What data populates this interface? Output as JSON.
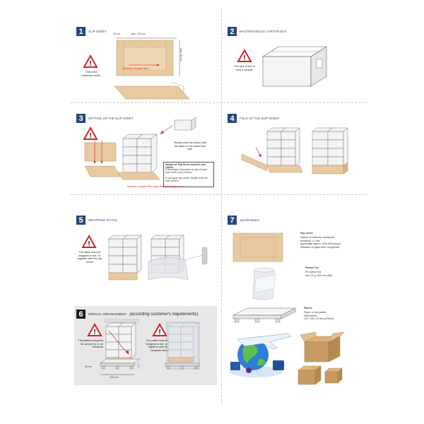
{
  "sections": {
    "s1": {
      "number": "1",
      "title": "SLIP SHEET",
      "dim_top_left": "15 cm",
      "dim_top": "max. 120 cm",
      "dim_right": "max. 80 cm",
      "dim_right_small": "15 cm",
      "fiber_label": "Direction of paper fibre",
      "warning": "These are maximum sizes"
    },
    "s2": {
      "number": "2",
      "title": "MASTER/SINGLE CARTON BOX",
      "warning": "The size of box is only a sample"
    },
    "s3": {
      "number": "3",
      "title": "SETTING UP THE SLIP SHEET",
      "push_note": "Please push the boxes with the label on the small front side.",
      "weight_title": "Weight of Slip Sheet must be min 240cm",
      "weight_line1": "If fixed layer slip sheet on top of each max.1520 cms (120cm)",
      "weight_line2": "If one layer slip sheet, freight must be max 240cm",
      "caption": "Direction of paper fibre (slip sheet) rectangle to box"
    },
    "s4": {
      "number": "4",
      "title": "FOLD UP THE SLIP SHEET"
    },
    "s5": {
      "number": "5",
      "title": "WRAPPING IN FOIL",
      "warning": "The stack must be wrapped in foil, i.e. together with the slip sheet"
    },
    "s6": {
      "number": "6",
      "title": "SPECIAL ARRANGEMENT",
      "subtitle": "(according customer's requirements)",
      "left_note": "The pallet is required for sea (LCL) or air transport",
      "right_note": "The pallet must be wrapped in foil, i.e. together with the complete stack",
      "dim_height": "15 cm",
      "dim_width": "120 cm"
    },
    "s7": {
      "number": "7",
      "title": "Specifications",
      "slip_title": "Slip sheet:",
      "slip_lines": [
        "Natron or Cellulose cardboard",
        "thickness         1,1 mm",
        "grammage         approx. 900/1000 g/sqm",
        "Direction of paper fibre:     lengthwise"
      ],
      "foil_title": "Stretch foil",
      "foil_lines": [
        "PE stretch foil",
        "min. 23 µ, 500 mm wide"
      ],
      "pallet_title": "Pallets",
      "pallet_lines": [
        "Paper or mix pallets",
        "dimensions:",
        "120 x 80 x 15 cm (LxWxH)"
      ]
    }
  },
  "colors": {
    "accent": "#27477a",
    "cardboard": "#e8c9a0",
    "cardboard_dark": "#c79a64",
    "warning_red": "#d62020",
    "arrow_red": "#d62020"
  }
}
